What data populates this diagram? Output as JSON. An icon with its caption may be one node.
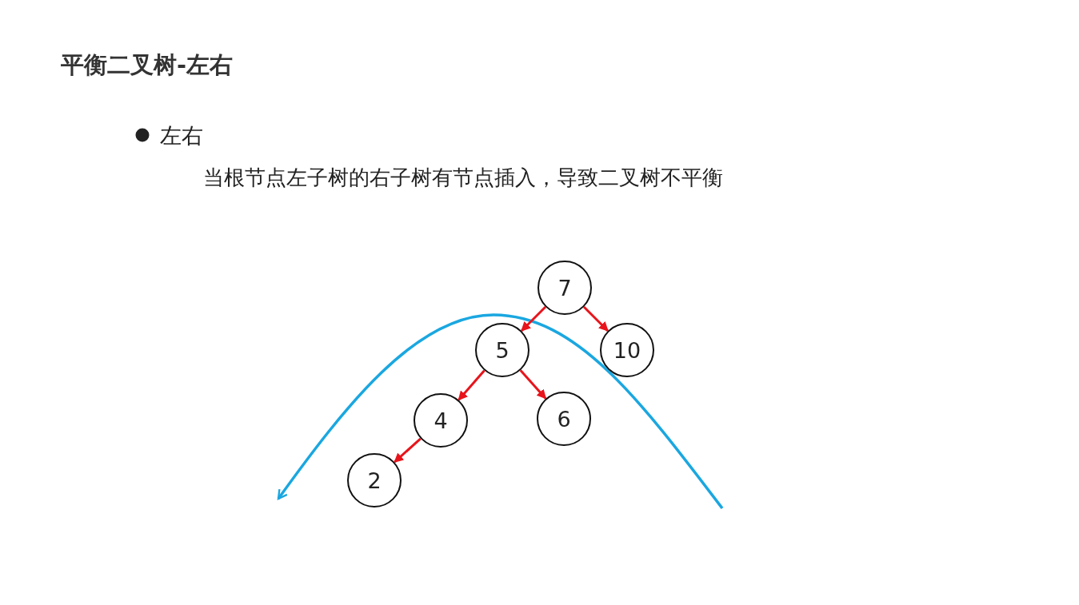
{
  "diagram": {
    "title": "平衡二叉树-左右",
    "nodes": [
      {
        "text": [
          "7"
        ]
      },
      {
        "text": [
          "5"
        ]
      },
      {
        "text": [
          "10"
        ]
      },
      {
        "text": [
          "4"
        ]
      },
      {
        "text": [
          "6"
        ]
      },
      {
        "text": [
          "2"
        ]
      }
    ],
    "edges": [
      {
        "from": 0,
        "to": 1,
        "arrow": "to"
      },
      {
        "from": 0,
        "to": 2,
        "arrow": "to"
      },
      {
        "from": 1,
        "to": 3,
        "arrow": "to"
      },
      {
        "from": 1,
        "to": 4,
        "arrow": "to"
      },
      {
        "from": 3,
        "to": 5,
        "arrow": "to"
      }
    ],
    "labels": [
      "左右",
      "当根节点左子树的右子树有节点插入，导致二叉树不平衡"
    ]
  }
}
